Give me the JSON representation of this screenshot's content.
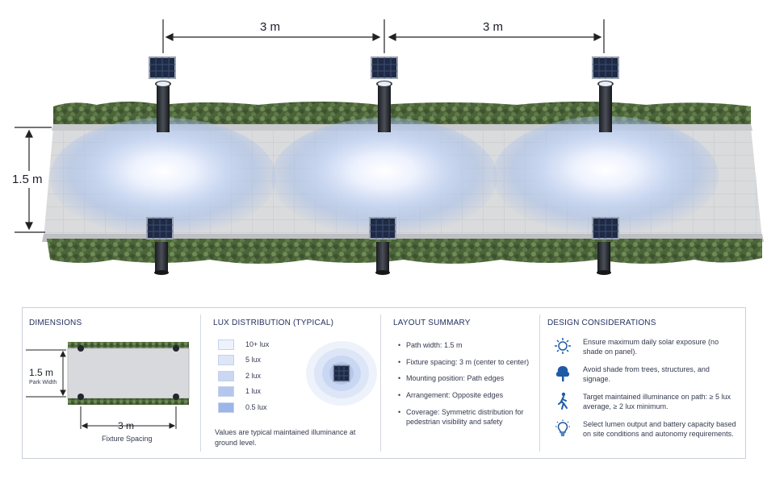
{
  "dimensions_top": {
    "spacing_left": "3 m",
    "spacing_right": "3 m",
    "width": "1.5 m"
  },
  "panel": {
    "dimensions": {
      "title": "DIMENSIONS",
      "width_value": "1.5 m",
      "width_label": "Park Width",
      "spacing_value": "3 m",
      "spacing_label": "Fixture Spacing"
    },
    "lux": {
      "title": "LUX DISTRIBUTION (TYPICAL)",
      "levels": [
        {
          "label": "10+ lux",
          "color": "#eef2fb"
        },
        {
          "label": "5 lux",
          "color": "#dde6f7"
        },
        {
          "label": "2 lux",
          "color": "#c9d7f2"
        },
        {
          "label": "1 lux",
          "color": "#b3c7ee"
        },
        {
          "label": "0.5 lux",
          "color": "#9cb6e8"
        }
      ],
      "note": "Values are typical maintained illuminance at ground level."
    },
    "layout": {
      "title": "LAYOUT SUMMARY",
      "items": [
        "Path width: 1.5 m",
        "Fixture spacing: 3 m (center to center)",
        "Mounting position: Path edges",
        "Arrangement: Opposite edges",
        "Coverage: Symmetric distribution for pedestrian visibility and safety"
      ]
    },
    "considerations": {
      "title": "DESIGN CONSIDERATIONS",
      "items": [
        {
          "icon": "sun-icon",
          "text": "Ensure maximum daily solar exposure (no shade on panel)."
        },
        {
          "icon": "tree-icon",
          "text": "Avoid shade from trees, structures, and signage."
        },
        {
          "icon": "pedestrian-icon",
          "text": "Target maintained illuminance on path: ≥ 5 lux average, ≥ 2 lux minimum."
        },
        {
          "icon": "lightbulb-icon",
          "text": "Select lumen output and battery capacity based on site conditions and autonomy requirements."
        }
      ]
    }
  },
  "colors": {
    "accent": "#1f5aa6",
    "title": "#24315e",
    "hedge": "#4d6a3a",
    "paving": "#d9dadc"
  }
}
